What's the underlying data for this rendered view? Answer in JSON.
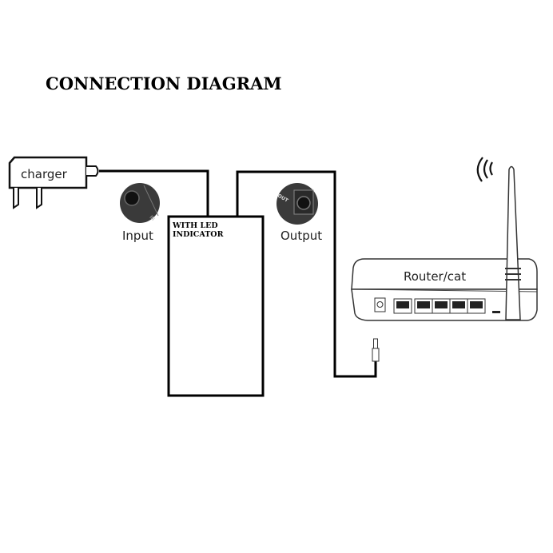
{
  "title": "CONNECTION DIAGRAM",
  "charger": {
    "label": "charger"
  },
  "power_bank": {
    "label_line1": "WITH LED",
    "label_line2": "INDICATOR"
  },
  "ports": {
    "input": {
      "label": "Input",
      "jack_text": "IN"
    },
    "output": {
      "label": "Output",
      "jack_text": "OUT"
    }
  },
  "router": {
    "label": "Router/cat"
  }
}
